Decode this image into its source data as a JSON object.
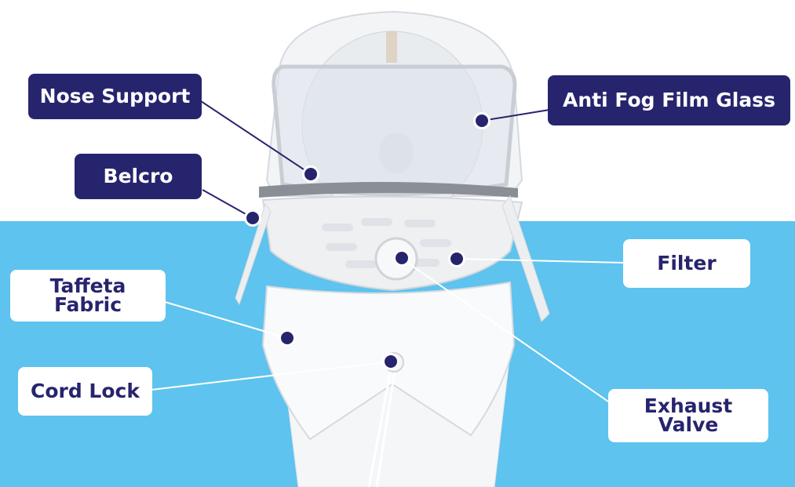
{
  "colors": {
    "label_dark_bg": "#27246e",
    "label_light_bg": "#ffffff",
    "background_blue": "#5ec3ee",
    "marker": "#27246e"
  },
  "labels": {
    "nose_support": "Nose Support",
    "anti_fog": "Anti Fog Film Glass",
    "belcro": "Belcro",
    "filter": "Filter",
    "taffeta": "Taffeta\nFabric",
    "cord_lock": "Cord Lock",
    "exhaust": "Exhaust\nValve"
  }
}
